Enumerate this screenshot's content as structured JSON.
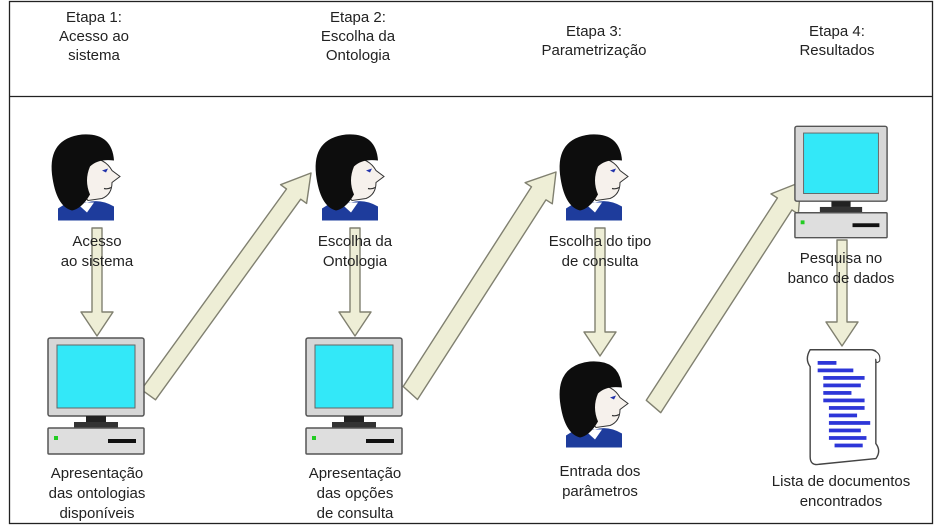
{
  "stages": [
    {
      "title": "Etapa 1:\nAcesso ao\nsistema"
    },
    {
      "title": "Etapa 2:\nEscolha da\nOntologia"
    },
    {
      "title": "Etapa 3:\nParametrização"
    },
    {
      "title": "Etapa 4:\nResultados"
    }
  ],
  "labels": {
    "user_access": "Acesso\nao sistema",
    "ontologies_list": "Apresentação\ndas ontologias\ndisponíveis",
    "user_ontology": "Escolha da\nOntologia",
    "query_options": "Apresentação\ndas opções\nde consulta",
    "query_type": "Escolha do tipo\nde consulta",
    "params_entry": "Entrada dos\nparâmetros",
    "db_search": "Pesquisa no\nbanco de dados",
    "docs_found": "Lista de documentos\nencontrados"
  },
  "icons": {
    "person": "user-head-icon",
    "computer": "desktop-computer-icon",
    "document": "document-list-icon"
  },
  "colors": {
    "screen": "#33e8f8",
    "arrow_fill": "#eeeed6",
    "arrow_stroke": "#808070",
    "hair": "#0d0d0d",
    "collar": "#1e3c9c",
    "doc_lines": "#2d36d8"
  }
}
